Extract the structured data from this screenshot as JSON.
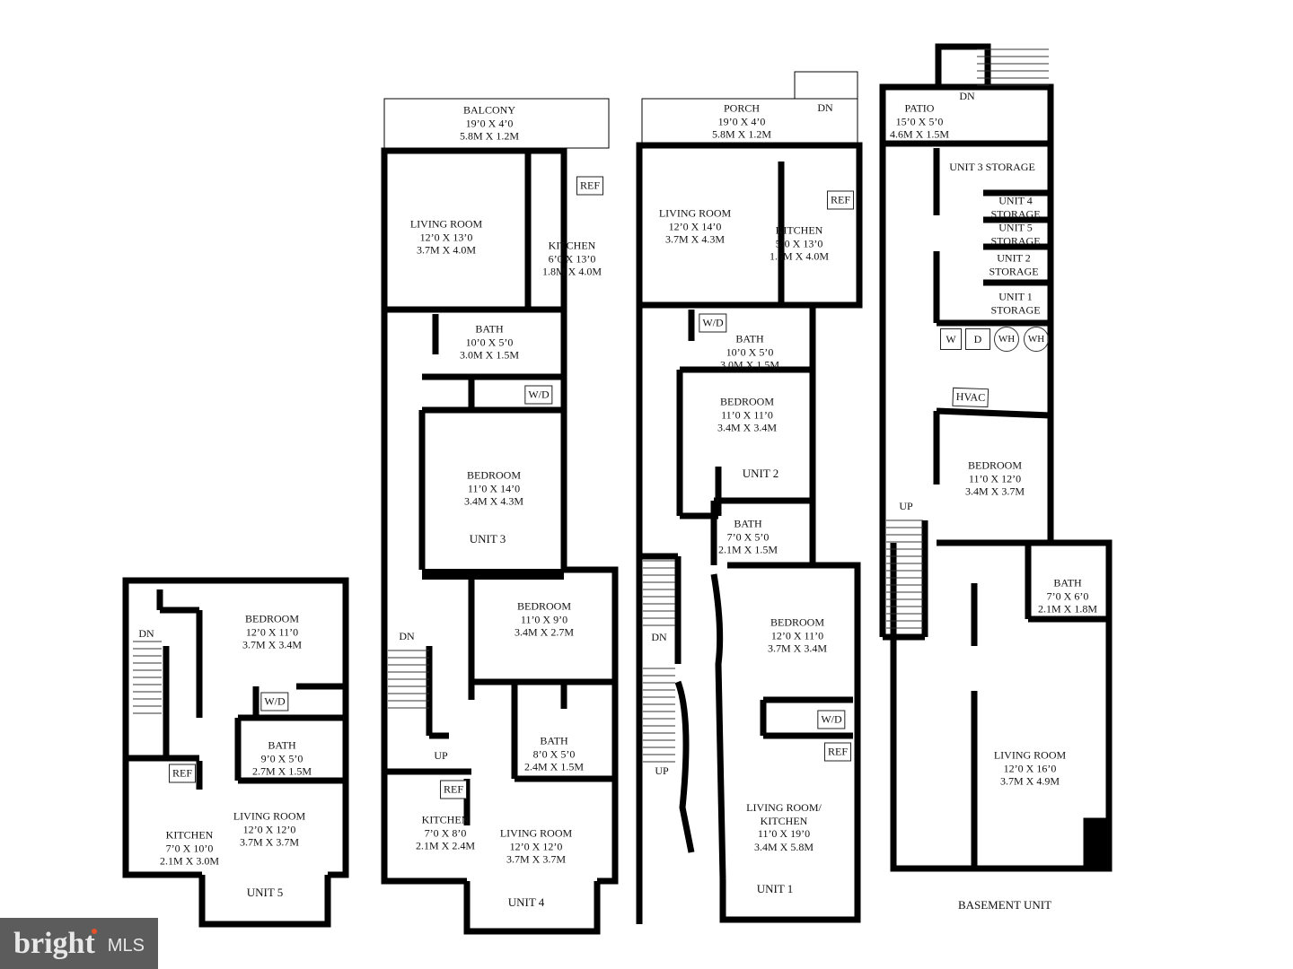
{
  "logo": {
    "brand": "bright",
    "suffix": "MLS",
    "accent_color": "#e8502a"
  },
  "unit5": {
    "title": "UNIT 5",
    "stairs": "DN",
    "bedroom": {
      "name": "BEDROOM",
      "ft": "12’0 X 11’0",
      "m": "3.7M X 3.4M"
    },
    "wd": "W/D",
    "bath": {
      "name": "BATH",
      "ft": "9’0 X 5’0",
      "m": "2.7M X 1.5M"
    },
    "ref": "REF",
    "kitchen": {
      "name": "KITCHEN",
      "ft": "7’0 X 10’0",
      "m": "2.1M X 3.0M"
    },
    "living": {
      "name": "LIVING ROOM",
      "ft": "12’0 X 12’0",
      "m": "3.7M X 3.7M"
    }
  },
  "unit3": {
    "title": "UNIT 3",
    "balcony": {
      "name": "BALCONY",
      "ft": "19’0 X 4’0",
      "m": "5.8M X 1.2M"
    },
    "living": {
      "name": "LIVING ROOM",
      "ft": "12’0 X 13’0",
      "m": "3.7M X 4.0M"
    },
    "ref": "REF",
    "kitchen": {
      "name": "KITCHEN",
      "ft": "6’0 X 13’0",
      "m": "1.8M X 4.0M"
    },
    "bath": {
      "name": "BATH",
      "ft": "10’0 X 5’0",
      "m": "3.0M X 1.5M"
    },
    "wd": "W/D",
    "bedroom": {
      "name": "BEDROOM",
      "ft": "11’0 X 14’0",
      "m": "3.4M X 4.3M"
    }
  },
  "unit4": {
    "title": "UNIT 4",
    "stairs_dn": "DN",
    "stairs_up": "UP",
    "bedroom": {
      "name": "BEDROOM",
      "ft": "11’0 X 9’0",
      "m": "3.4M X 2.7M"
    },
    "bath": {
      "name": "BATH",
      "ft": "8’0 X 5’0",
      "m": "2.4M X 1.5M"
    },
    "ref": "REF",
    "kitchen": {
      "name": "KITCHEN",
      "ft": "7’0 X 8’0",
      "m": "2.1M X 2.4M"
    },
    "living": {
      "name": "LIVING ROOM",
      "ft": "12’0 X 12’0",
      "m": "3.7M X 3.7M"
    }
  },
  "unit2": {
    "title": "UNIT 2",
    "porch": {
      "name": "PORCH",
      "ft": "19’0 X 4’0",
      "m": "5.8M X 1.2M"
    },
    "porch_stairs": "DN",
    "living": {
      "name": "LIVING ROOM",
      "ft": "12’0 X 14’0",
      "m": "3.7M X 4.3M"
    },
    "ref": "REF",
    "kitchen": {
      "name": "KITCHEN",
      "ft": "5’0 X 13’0",
      "m": "1.5M X 4.0M"
    },
    "wd": "W/D",
    "bath": {
      "name": "BATH",
      "ft": "10’0 X 5’0",
      "m": "3.0M X 1.5M"
    },
    "bedroom": {
      "name": "BEDROOM",
      "ft": "11’0 X 11’0",
      "m": "3.4M X 3.4M"
    }
  },
  "unit1": {
    "title": "UNIT 1",
    "stairs_dn": "DN",
    "stairs_up": "UP",
    "bath": {
      "name": "BATH",
      "ft": "7’0 X 5’0",
      "m": "2.1M X 1.5M"
    },
    "bedroom": {
      "name": "BEDROOM",
      "ft": "12’0 X 11’0",
      "m": "3.7M X 3.4M"
    },
    "wd": "W/D",
    "ref": "REF",
    "living": {
      "name": "LIVING ROOM/",
      "name2": "KITCHEN",
      "ft": "11’0 X 19’0",
      "m": "3.4M X 5.8M"
    }
  },
  "basement": {
    "title": "BASEMENT UNIT",
    "patio_stairs": "DN",
    "patio": {
      "name": "PATIO",
      "ft": "15’0 X 5’0",
      "m": "4.6M X 1.5M"
    },
    "storage": [
      "UNIT 3 STORAGE",
      "UNIT 4",
      "STORAGE",
      "UNIT 5",
      "STORAGE",
      "UNIT 2",
      "STORAGE",
      "UNIT 1",
      "STORAGE"
    ],
    "washer": "W",
    "dryer": "D",
    "water_heater_1": "WH",
    "water_heater_2": "WH",
    "hvac": "HVAC",
    "stairs_up": "UP",
    "bedroom": {
      "name": "BEDROOM",
      "ft": "11’0 X 12’0",
      "m": "3.4M X 3.7M"
    },
    "bath": {
      "name": "BATH",
      "ft": "7’0 X 6’0",
      "m": "2.1M X 1.8M"
    },
    "living": {
      "name": "LIVING ROOM",
      "ft": "12’0 X 16’0",
      "m": "3.7M X 4.9M"
    }
  }
}
